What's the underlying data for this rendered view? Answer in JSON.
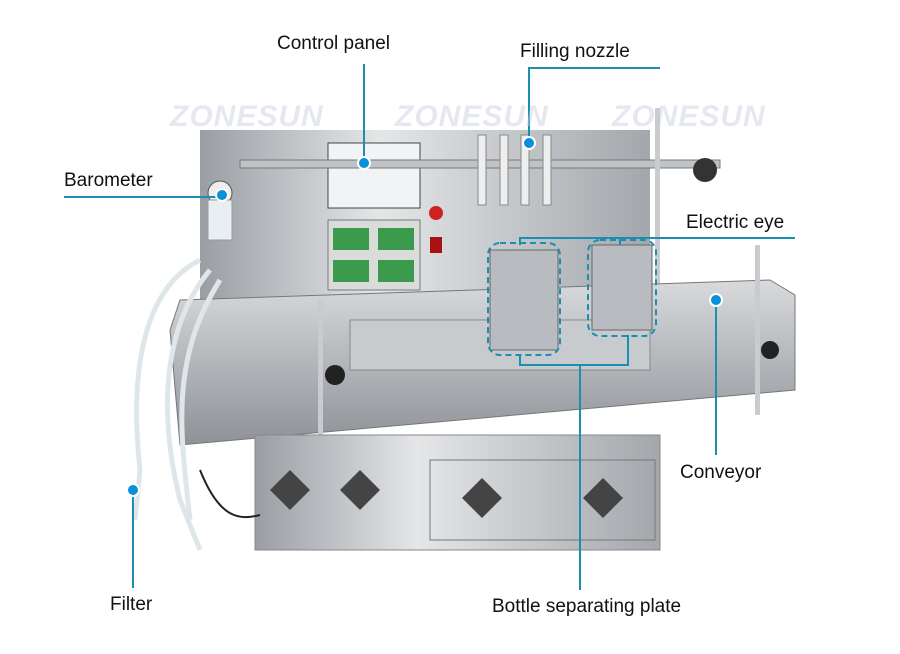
{
  "watermark": "ZONESUN",
  "labels": {
    "control_panel": "Control panel",
    "filling_nozzle": "Filling nozzle",
    "barometer": "Barometer",
    "electric_eye": "Electric eye",
    "conveyor": "Conveyor",
    "filter": "Filter",
    "bottle_separating_plate": "Bottle separating plate"
  },
  "colors": {
    "leader_line": "#1b8fb0",
    "dot": "#0a8fd9"
  }
}
